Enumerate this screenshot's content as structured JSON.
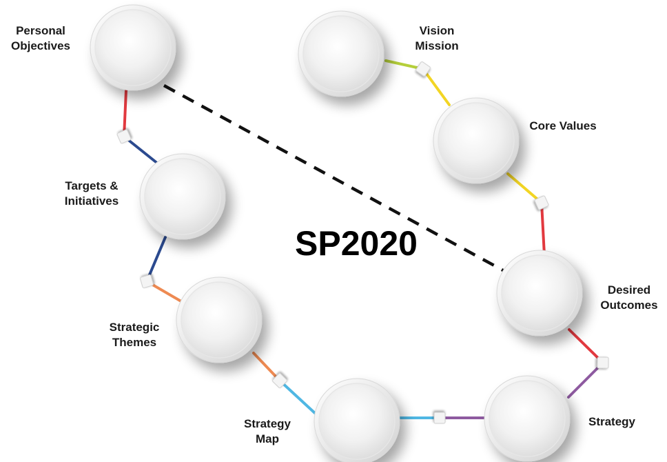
{
  "title": "SP2020",
  "steps": [
    {
      "id": "vision",
      "lines": [
        "Vision",
        "Mission"
      ]
    },
    {
      "id": "core-values",
      "lines": [
        "Core Values"
      ]
    },
    {
      "id": "desired-outcomes",
      "lines": [
        "Desired",
        "Outcomes"
      ]
    },
    {
      "id": "strategy",
      "lines": [
        "Strategy"
      ]
    },
    {
      "id": "strategy-map",
      "lines": [
        "Strategy",
        "Map"
      ]
    },
    {
      "id": "strategic-themes",
      "lines": [
        "Strategic",
        "Themes"
      ]
    },
    {
      "id": "targets",
      "lines": [
        "Targets &",
        "Initiatives"
      ]
    },
    {
      "id": "personal-objectives",
      "lines": [
        "Personal",
        "Objectives"
      ]
    }
  ],
  "connector_colors": {
    "green": "#b5cf3a",
    "yellow": "#f2d524",
    "red": "#e2393f",
    "purple": "#8e5aa0",
    "cyan": "#4fb7e3",
    "orange": "#ee8a52",
    "blue": "#2b4a8f",
    "dashed": "#111111"
  }
}
